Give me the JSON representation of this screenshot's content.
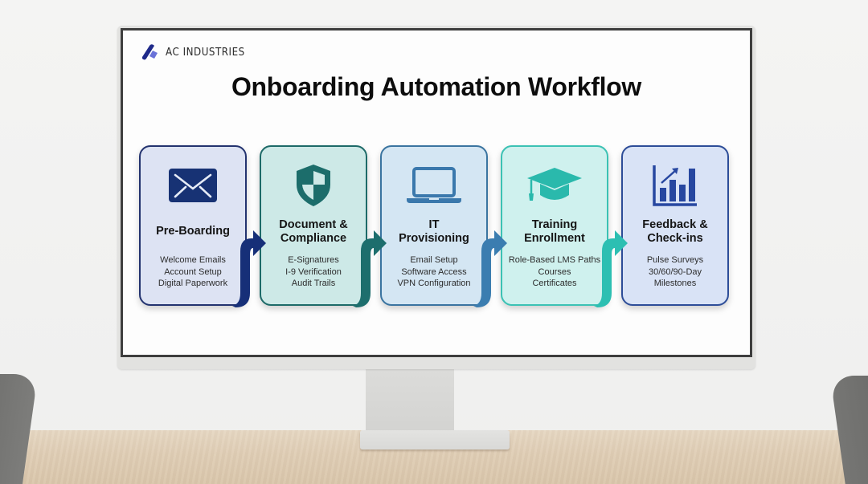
{
  "scene": {
    "description": "Desktop monitor on a wooden desk showing an onboarding workflow slide"
  },
  "brand": {
    "name": "AC INDUSTRIES",
    "logo_icon": "ac-industries-logo",
    "logo_colors": [
      "#1f2a8a",
      "#6a72d8"
    ]
  },
  "slide": {
    "title": "Onboarding Automation Workflow"
  },
  "steps": [
    {
      "title": "Pre-Boarding",
      "icon": "envelope-icon",
      "items": [
        "Welcome Emails",
        "Account Setup",
        "Digital Paperwork"
      ],
      "colors": {
        "bg": "#dde3f3",
        "border": "#23336f",
        "icon": "#173274",
        "arrow": "#162f78"
      }
    },
    {
      "title": "Document & Compliance",
      "title_lines": [
        "Document &",
        "Compliance"
      ],
      "icon": "shield-icon",
      "items": [
        "E-Signatures",
        "I-9 Verification",
        "Audit Trails"
      ],
      "colors": {
        "bg": "#cde9e7",
        "border": "#1d6a68",
        "icon": "#1c6d6b",
        "arrow": "#1d6e6d"
      }
    },
    {
      "title": "IT Provisioning",
      "title_lines": [
        "IT",
        "Provisioning"
      ],
      "icon": "laptop-icon",
      "items": [
        "Email Setup",
        "Software Access",
        "VPN Configuration"
      ],
      "colors": {
        "bg": "#d4e6f3",
        "border": "#3a74a0",
        "icon": "#3a78ac",
        "arrow": "#3b7db0"
      }
    },
    {
      "title": "Training Enrollment",
      "title_lines": [
        "Training",
        "Enrollment"
      ],
      "icon": "graduation-cap-icon",
      "items": [
        "Role-Based LMS Paths",
        "Courses",
        "Certificates"
      ],
      "colors": {
        "bg": "#cff1ee",
        "border": "#3bc2b4",
        "icon": "#2ab9ac",
        "arrow": "#2cbfb2"
      }
    },
    {
      "title": "Feedback & Check-ins",
      "title_lines": [
        "Feedback &",
        "Check-ins"
      ],
      "icon": "bar-chart-growth-icon",
      "items": [
        "Pulse Surveys",
        "30/60/90-Day",
        "Milestones"
      ],
      "colors": {
        "bg": "#d9e3f6",
        "border": "#2d4d98",
        "icon": "#2747a0"
      }
    }
  ]
}
